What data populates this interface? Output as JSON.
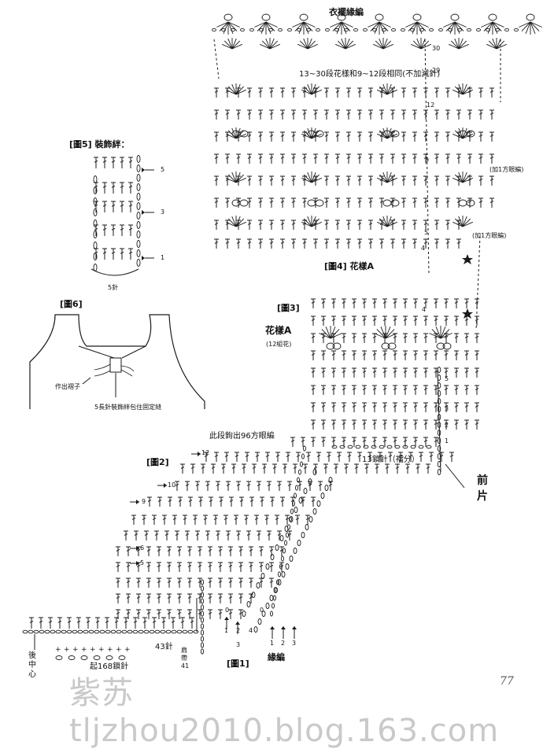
{
  "labels": {
    "hem_edging": "衣襬緣編",
    "rows_note": "13~30段花樣和9~12段相同(不加減針)",
    "add1_a": "(加1方眼編)",
    "add1_b": "(加1方眼編)",
    "fig4": "[圖4] 花樣A",
    "fig3": "[圖3]",
    "patternA": "花樣A",
    "patternA_sub": "(12組花)",
    "row96": "此段鉤出96方眼編",
    "chain13": "13鎖針（襠分）",
    "front": "前",
    "piece": "片",
    "fig2": "[圖2]",
    "fig5": "[圖5] 裝飾絆：",
    "fig5_st": "5針",
    "fig6": "[圖6]",
    "pleat": "作出褶子",
    "fig6_note": "5長針裝飾絆包住固定縫",
    "fig1": "[圖1]",
    "edging": "緣編",
    "back_center": "後中心",
    "start_chain": "起168鎖針",
    "st43": "43針",
    "strap41": "肩帶41",
    "watermark": "紫苏tljzhou2010.blog.163.com",
    "page_no": "77"
  },
  "row_marks": {
    "top": [
      "30",
      "29",
      "12",
      "9",
      "5",
      "4"
    ],
    "fig3": [
      "4",
      "5",
      "3",
      "2",
      "1"
    ],
    "fig2": [
      "12",
      "10",
      "9",
      "6",
      "5"
    ],
    "fig5": [
      "5",
      "3",
      "1"
    ],
    "fig1": [
      "0",
      "1",
      "2",
      "3",
      "4",
      "0",
      "1",
      "2",
      "3"
    ]
  },
  "colors": {
    "ink": "#1a1a1a",
    "watermark": "#c9c9c9"
  }
}
